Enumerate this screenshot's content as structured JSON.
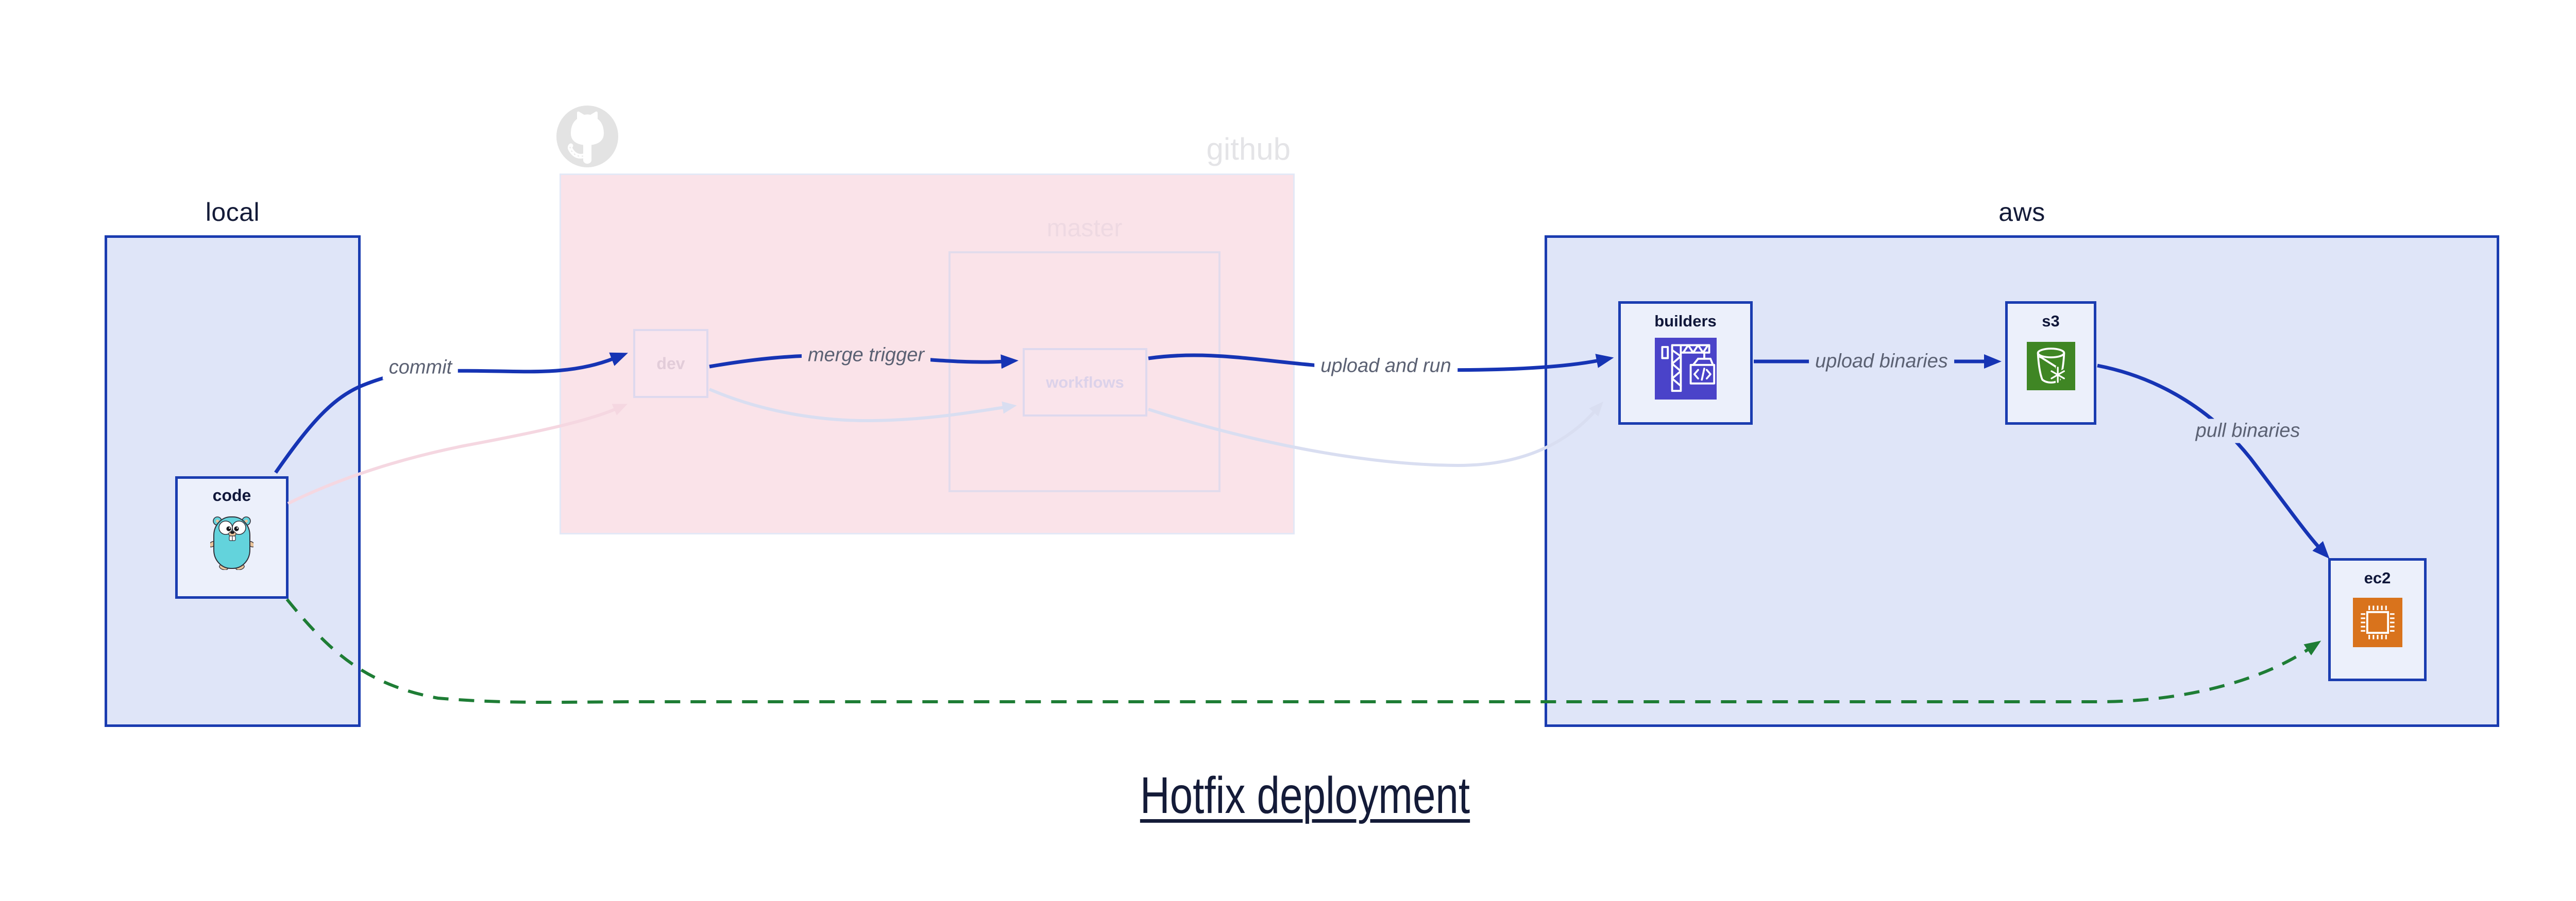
{
  "diagram_title": "Hotfix deployment",
  "regions": {
    "local": {
      "label": "local"
    },
    "github": {
      "label": "github",
      "logo_icon": "github-octocat-logo",
      "master": {
        "label": "master"
      }
    },
    "aws": {
      "label": "aws"
    }
  },
  "nodes": {
    "code": {
      "label": "code",
      "icon": "go-gopher-icon"
    },
    "dev": {
      "label": "dev"
    },
    "workflows": {
      "label": "workflows"
    },
    "builders": {
      "label": "builders",
      "icon": "aws-codebuild-icon"
    },
    "s3": {
      "label": "s3",
      "icon": "aws-s3-bucket-icon"
    },
    "ec2": {
      "label": "ec2",
      "icon": "aws-ec2-chip-icon"
    }
  },
  "edges": {
    "commit": {
      "label": "commit",
      "from": "code",
      "to": "dev",
      "style": "solid-blue"
    },
    "merge_trigger": {
      "label": "merge trigger",
      "from": "dev",
      "to": "workflows",
      "style": "solid-blue"
    },
    "upload_and_run": {
      "label": "upload and run",
      "from": "workflows",
      "to": "builders",
      "style": "solid-blue"
    },
    "upload_binaries": {
      "label": "upload binaries",
      "from": "builders",
      "to": "s3",
      "style": "solid-blue"
    },
    "pull_binaries": {
      "label": "pull binaries",
      "from": "s3",
      "to": "ec2",
      "style": "solid-blue"
    },
    "hotfix_pull": {
      "from": "code",
      "to": "ec2",
      "style": "dashed-green"
    },
    "faded_code_to_dev": {
      "from": "code",
      "to": "dev",
      "style": "faded-pink"
    },
    "faded_dev_to_workflows": {
      "from": "dev",
      "to": "workflows",
      "style": "faded-lavender"
    },
    "faded_workflows_to_builders": {
      "from": "workflows",
      "to": "builders",
      "style": "faded-lavender"
    }
  },
  "colors": {
    "arrow_blue": "#1634b4",
    "region_border_blue": "#1a3cb0",
    "region_fill_blue": "#dfe5f8",
    "node_fill_light": "#ecf0fb",
    "github_fill_pink": "#fae3e9",
    "faded_border_lavender": "#ded9ee",
    "faded_pink_arrow": "#f5d7e1",
    "faded_lavender_arrow": "#d9def1",
    "hotfix_green": "#1e7d35",
    "edge_label_gray": "#5b6173",
    "text_navy": "#141b38",
    "codebuild_indigo": "#4a43c9",
    "s3_green": "#3f8624",
    "ec2_orange": "#d9731c",
    "gopher_teal": "#63d3dc",
    "logo_gray": "#e3e3e3"
  }
}
